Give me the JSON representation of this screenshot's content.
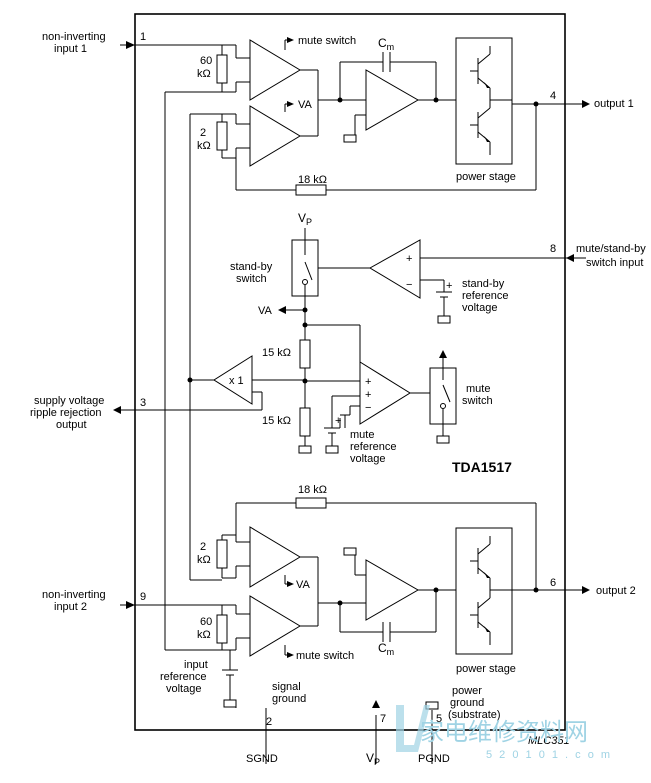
{
  "pins": {
    "p1": "1",
    "p2": "2",
    "p3": "3",
    "p4": "4",
    "p5": "5",
    "p6": "6",
    "p7": "7",
    "p8": "8",
    "p9": "9"
  },
  "labels": {
    "in1_a": "non-inverting",
    "in1_b": "input 1",
    "in2_a": "non-inverting",
    "in2_b": "input 2",
    "out1": "output 1",
    "out2": "output 2",
    "mute_a": "mute/stand-by",
    "mute_b": "switch input",
    "svr_a": "supply voltage",
    "svr_b": "ripple rejection",
    "svr_c": "output",
    "sgnd": "SGND",
    "pgnd": "PGND",
    "vp": "V",
    "sig_gnd_a": "signal",
    "sig_gnd_b": "ground",
    "pwr_gnd_a": "power",
    "pwr_gnd_b": "ground",
    "pwr_gnd_c": "(substrate)",
    "in_ref_a": "input",
    "in_ref_b": "reference",
    "in_ref_c": "voltage",
    "chip": "TDA1517",
    "code": "MLC351",
    "power_stage_1": "power stage",
    "power_stage_2": "power stage",
    "mute_switch_1": "mute switch",
    "mute_switch_2": "mute switch",
    "va_1": "VA",
    "va_2": "VA",
    "va_3": "VA",
    "standby_a": "stand-by",
    "standby_b": "switch",
    "sb_ref_a": "stand-by",
    "sb_ref_b": "reference",
    "sb_ref_c": "voltage",
    "mute_sw_a": "mute",
    "mute_sw_b": "switch",
    "mute_ref_a": "mute",
    "mute_ref_b": "reference",
    "mute_ref_c": "voltage",
    "x1": "x 1",
    "r60_1": "60",
    "r60_2": "60",
    "r2_1": "2",
    "r2_2": "2",
    "r_unit": "kΩ",
    "r18_1": "18 kΩ",
    "r18_2": "18 kΩ",
    "r15_1": "15 kΩ",
    "r15_2": "15 kΩ",
    "cm": "C",
    "cm_sub": "m",
    "vp_top": "V",
    "vp_sub": "P",
    "plus": "+",
    "minus": "−"
  },
  "watermark": {
    "text": "家电维修资料网",
    "url": "5 2 0 1 0 1 . c o m"
  }
}
